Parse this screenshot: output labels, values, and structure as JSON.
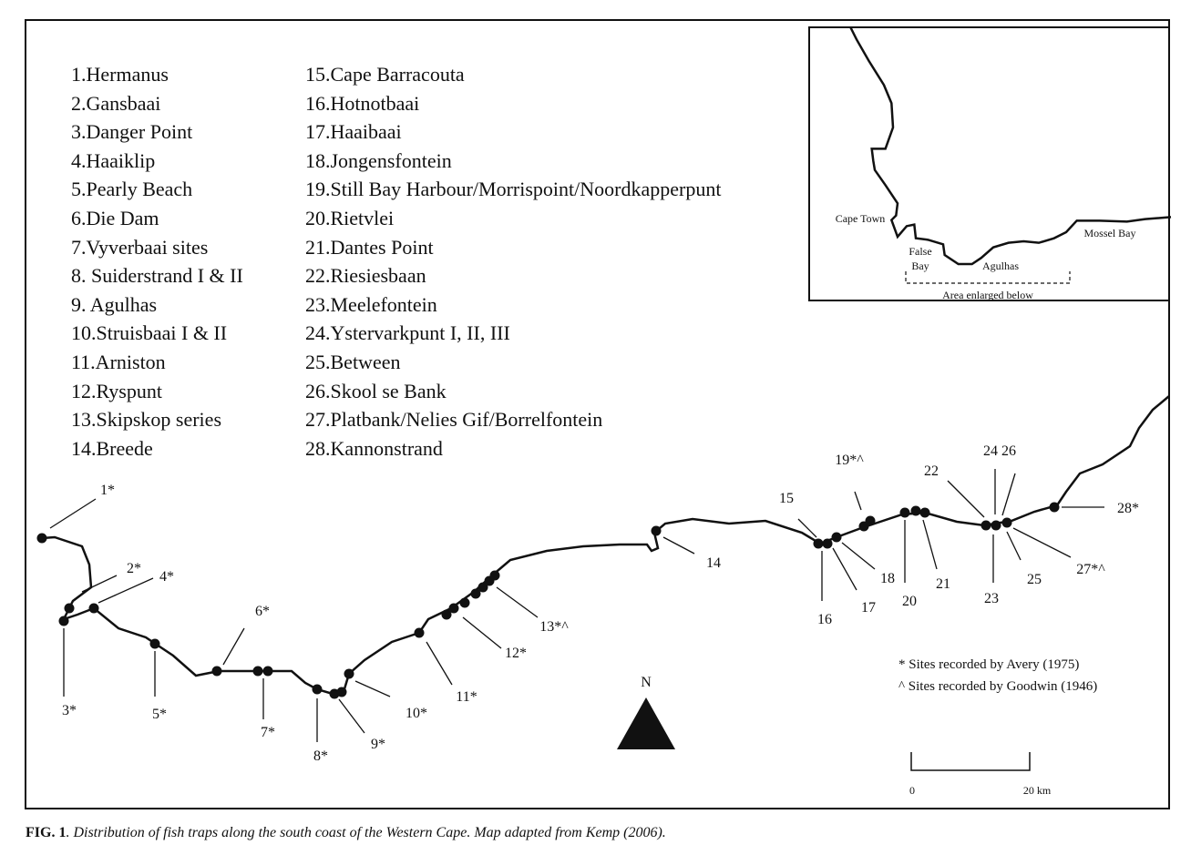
{
  "sites_col1": [
    "1.Hermanus",
    "2.Gansbaai",
    "3.Danger Point",
    "4.Haaiklip",
    "5.Pearly Beach",
    "6.Die Dam",
    "7.Vyverbaai sites",
    "8. Suiderstrand I & II",
    "9. Agulhas",
    "10.Struisbaai I & II",
    "11.Arniston",
    "12.Ryspunt",
    "13.Skipskop series",
    "14.Breede"
  ],
  "sites_col2": [
    "15.Cape Barracouta",
    "16.Hotnotbaai",
    "17.Haaibaai",
    "18.Jongensfontein",
    "19.Still Bay Harbour/Morrispoint/Noordkapperpunt",
    "20.Rietvlei",
    "21.Dantes Point",
    "22.Riesiesbaan",
    "23.Meelefontein",
    "24.Ystervarkpunt I, II, III",
    "25.Between",
    "26.Skool se Bank",
    "27.Platbank/Nelies Gif/Borrelfontein",
    "28.Kannonstrand"
  ],
  "inset": {
    "labels": [
      "Cape Town",
      "False",
      "Bay",
      "Agulhas",
      "Mossel Bay",
      "Area enlarged below"
    ]
  },
  "map_labels": [
    "1*",
    "2*",
    "3*",
    "4*",
    "5*",
    "6*",
    "7*",
    "8*",
    "9*",
    "10*",
    "11*",
    "12*",
    "13*^",
    "14",
    "15",
    "16",
    "17",
    "18",
    "19*^",
    "20",
    "21",
    "22",
    "23",
    "24",
    "25",
    "26",
    "27*^",
    "28*"
  ],
  "legend": {
    "avery": "* Sites recorded by Avery (1975)",
    "goodwin": "^ Sites recorded by Goodwin (1946)"
  },
  "north": "N",
  "scale": {
    "start": "0",
    "end": "20 km"
  },
  "caption": {
    "fig": "FIG. 1",
    "text": ". Distribution of fish traps along the south coast of the Western Cape. Map adapted from Kemp (2006)."
  }
}
